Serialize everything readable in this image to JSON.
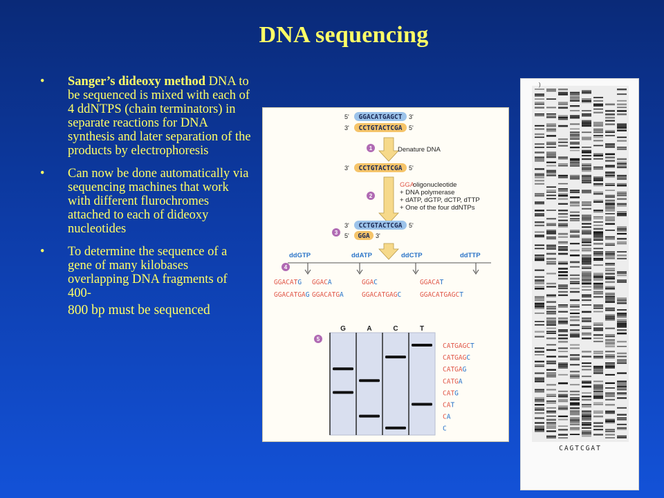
{
  "slide": {
    "title": "DNA sequencing",
    "bullets": [
      {
        "bold": "Sanger’s dideoxy method",
        "text": "DNA  to be sequenced is mixed with each of 4 ddNTPS (chain terminators) in separate reactions for DNA synthesis and later separation of the products by electrophoresis"
      },
      {
        "bold": "",
        "text": " Can now be done automatically  via sequencing machines that work with different flurochromes  attached to each of   dideoxy nucleotides"
      },
      {
        "bold": "",
        "text": "To determine the sequence of a gene of many kilobases overlapping DNA fragments of 400-",
        "tail": "800 bp must  be sequenced"
      }
    ],
    "bullet_char": "•"
  },
  "figure": {
    "step1_top": {
      "prime5": "5'",
      "seq": "GGACATGAGCT",
      "prime3": "3'"
    },
    "step1_bottom": {
      "prime5": "3'",
      "seq": "CCTGTACTCGA",
      "prime3": "5'"
    },
    "steps": [
      "1",
      "2",
      "3",
      "4",
      "5"
    ],
    "step1_label": "Denature DNA",
    "template": {
      "prime5": "3'",
      "seq": "CCTGTACTCGA",
      "prime3": "5'"
    },
    "step2_label": "GGA",
    "step2_lines": [
      "oligonucleotide",
      "+ DNA polymerase",
      "+ dATP, dGTP, dCTP, dTTP",
      "+ One of the four ddNTPs"
    ],
    "primed_top": {
      "prime5": "3'",
      "seq": "CCTGTACTCGA",
      "prime3": "5'"
    },
    "primed_bottom": {
      "prime5": "5'",
      "seq": "GGA",
      "prime3": "3'"
    },
    "dd_labels": [
      "ddGTP",
      "ddATP",
      "ddCTP",
      "ddTTP"
    ],
    "products": [
      {
        "short_black": "GGACAT",
        "short_color": "G",
        "long_black": "GGACATGA",
        "long_color": "G"
      },
      {
        "short_black": "GGAC",
        "short_color": "A",
        "long_black": "GGACATG",
        "long_color": "A"
      },
      {
        "short_black": "GGA",
        "short_color": "C",
        "long_black": "GGACATGAG",
        "long_color": "C"
      },
      {
        "short_black": "GGACA",
        "short_color": "T",
        "long_black": "GGACATGAGC",
        "long_color": "T"
      }
    ],
    "lane_headers": [
      "G",
      "A",
      "C",
      "T"
    ],
    "ladder": [
      {
        "black": "CATGAGC",
        "color": "T"
      },
      {
        "black": "CATGAG",
        "color": "C"
      },
      {
        "black": "CATGA",
        "color": "G"
      },
      {
        "black": "CATG",
        "color": "A"
      },
      {
        "black": "CAT",
        "color": "G"
      },
      {
        "black": "CA",
        "color": "T"
      },
      {
        "black": "C",
        "color": "A"
      },
      {
        "black": "",
        "color": "C"
      }
    ],
    "colors": {
      "blue": "#2a74c8",
      "pill_blue": "#9cc3ea",
      "pill_orange": "#f5c46a",
      "arrow": "#f6d98a",
      "step": "#b06ab3",
      "gel": "#d9dfef"
    }
  },
  "gel": {
    "corner_mark": ")",
    "bottom_label": "CAGTCGAT"
  }
}
